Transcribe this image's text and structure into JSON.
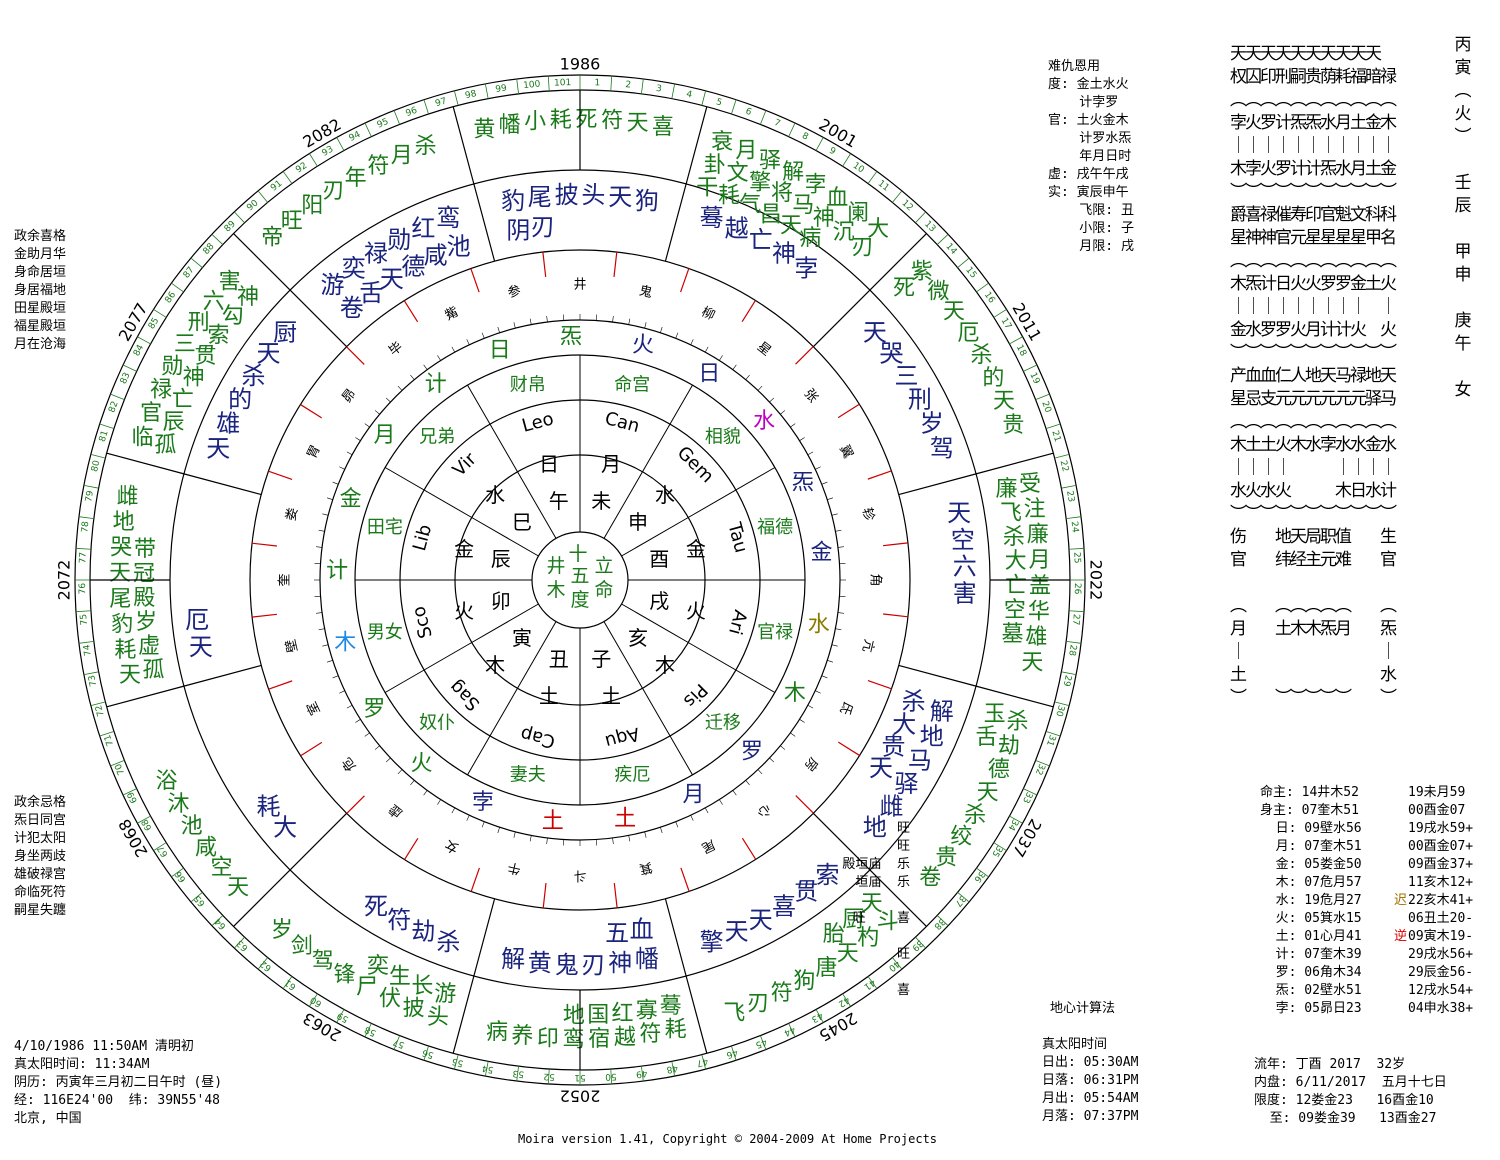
{
  "header_years": {
    "top": "1986",
    "top_right": "2001",
    "top_left": "2082",
    "right": "2022",
    "left": "2072",
    "upper_right": "2011",
    "upper_left": "2077",
    "bottom": "2052",
    "bottom_right": "2045",
    "bottom_left": "2063",
    "lower_left": "2068",
    "lower_right": "2037"
  },
  "outer_ring_nums": [
    "1",
    "2",
    "3",
    "4",
    "5",
    "6",
    "7",
    "8",
    "9",
    "10",
    "11",
    "12",
    "13",
    "14",
    "15",
    "16",
    "17",
    "18",
    "19",
    "20",
    "21",
    "22",
    "23",
    "24",
    "25",
    "26",
    "27",
    "28",
    "29",
    "30",
    "31",
    "32",
    "33",
    "34",
    "35",
    "36",
    "37",
    "38",
    "39",
    "40",
    "41",
    "42",
    "43",
    "44",
    "45",
    "46",
    "47",
    "48",
    "49",
    "50",
    "51",
    "52",
    "53",
    "54",
    "55",
    "56",
    "57",
    "58",
    "59",
    "60",
    "61",
    "62",
    "63",
    "64",
    "65",
    "66",
    "67",
    "68",
    "69",
    "70",
    "71",
    "72",
    "73",
    "74",
    "75",
    "76",
    "77",
    "78",
    "79",
    "80",
    "81",
    "82",
    "83",
    "84",
    "85",
    "86",
    "87",
    "88",
    "89",
    "90",
    "91",
    "92",
    "93",
    "94",
    "95",
    "96",
    "97",
    "98",
    "99",
    "100",
    "101"
  ],
  "houses": [
    {
      "g": [
        "黄",
        "幡",
        "小",
        "耗",
        "死",
        "符",
        "天",
        "喜"
      ],
      "n": [
        "豹",
        "尾",
        "披",
        "头",
        "天",
        "狗",
        "阴",
        "刃"
      ]
    },
    {
      "g": [
        "衰",
        "月",
        "驿",
        "解",
        "孛",
        "血",
        "阑",
        "大",
        "卦",
        "文",
        "擎",
        "将",
        "马",
        "神",
        "沉",
        "刃",
        "干",
        "耗",
        "气",
        "昌",
        "天",
        "病"
      ],
      "n": [
        "蓦",
        "越",
        "亡",
        "神",
        "孛"
      ]
    },
    {
      "g": [
        "紫",
        "微",
        "天",
        "厄",
        "杀",
        "的",
        "天",
        "贵",
        "死"
      ],
      "n": [
        "天",
        "哭",
        "三",
        "刑",
        "岁",
        "驾"
      ]
    },
    {
      "g": [
        "受",
        "注",
        "廉",
        "月",
        "盖",
        "华",
        "雄",
        "天",
        "廉",
        "飞",
        "杀",
        "大",
        "亡",
        "空",
        "墓"
      ],
      "n": [
        "天",
        "空",
        "六",
        "害"
      ]
    },
    {
      "g": [
        "杀",
        "劫",
        "德",
        "天",
        "杀",
        "绞",
        "贵",
        "卷",
        "玉",
        "舌"
      ],
      "n": [
        "解",
        "地",
        "马",
        "驿",
        "雌",
        "地",
        "杀",
        "大",
        "贵",
        "天"
      ]
    },
    {
      "g": [
        "斗",
        "杓",
        "天",
        "唐",
        "狗",
        "符",
        "刃",
        "飞",
        "天",
        "厨",
        "胎"
      ],
      "n": [
        "索",
        "贯",
        "喜",
        "天",
        "天",
        "擎"
      ]
    },
    {
      "g": [
        "耗",
        "符",
        "越",
        "宿",
        "鸾",
        "印",
        "养",
        "病",
        "蓦",
        "寡",
        "红",
        "国",
        "地"
      ],
      "n": [
        "幡",
        "神",
        "刃",
        "鬼",
        "黄",
        "解",
        "血",
        "五"
      ]
    },
    {
      "g": [
        "头",
        "披",
        "伏",
        "尸",
        "锋",
        "驾",
        "剑",
        "岁",
        "游",
        "长",
        "生",
        "奕"
      ],
      "n": [
        "杀",
        "劫",
        "符",
        "死"
      ]
    },
    {
      "g": [
        "天",
        "空",
        "咸",
        "池",
        "沐",
        "浴"
      ],
      "n": [
        "大",
        "耗"
      ]
    },
    {
      "g": [
        "天",
        "耗",
        "豹",
        "尾",
        "天",
        "哭",
        "地",
        "雌",
        "孤",
        "虚",
        "岁",
        "殿",
        "冠",
        "带"
      ],
      "n": [
        "天",
        "厄"
      ]
    },
    {
      "g": [
        "临",
        "官",
        "禄",
        "勋",
        "三",
        "刑",
        "六",
        "害",
        "孤",
        "辰",
        "亡",
        "神",
        "贯",
        "索",
        "勾",
        "神"
      ],
      "n": [
        "天",
        "雄",
        "的",
        "杀",
        "天",
        "厨"
      ]
    },
    {
      "g": [
        "帝",
        "旺",
        "阳",
        "刃",
        "年",
        "符",
        "月",
        "杀"
      ],
      "n": [
        "游",
        "奕",
        "禄",
        "勋",
        "红",
        "鸾",
        "卷",
        "舌",
        "天",
        "德",
        "咸",
        "池"
      ]
    }
  ],
  "mansions": [
    "井",
    "鬼",
    "柳",
    "星",
    "张",
    "翼",
    "轸",
    "角",
    "亢",
    "氐",
    "房",
    "心",
    "尾",
    "箕",
    "斗",
    "牛",
    "女",
    "虚",
    "危",
    "室",
    "壁",
    "奎",
    "娄",
    "胃",
    "昴",
    "毕",
    "觜",
    "参"
  ],
  "planets_mid": [
    {
      "t": "火",
      "c": "#1a237e"
    },
    {
      "t": "日",
      "c": "#1a237e"
    },
    {
      "t": "水",
      "c": "#c000c0"
    },
    {
      "t": "炁",
      "c": "#1a237e"
    },
    {
      "t": "金",
      "c": "#1a237e"
    },
    {
      "t": "水",
      "c": "#8a7a00"
    },
    {
      "t": "木",
      "c": "#1a7a1a"
    },
    {
      "t": "罗",
      "c": "#1a237e"
    },
    {
      "t": "月",
      "c": "#1a237e"
    },
    {
      "t": "土",
      "c": "#c00"
    },
    {
      "t": "土",
      "c": "#c00"
    },
    {
      "t": "孛",
      "c": "#1a237e"
    },
    {
      "t": "火",
      "c": "#1a7a1a"
    },
    {
      "t": "罗",
      "c": "#1a7a1a"
    },
    {
      "t": "木",
      "c": "#1e88e5"
    },
    {
      "t": "计",
      "c": "#1a7a1a"
    },
    {
      "t": "金",
      "c": "#1a7a1a"
    },
    {
      "t": "月",
      "c": "#1a7a1a"
    },
    {
      "t": "计",
      "c": "#1a7a1a"
    },
    {
      "t": "日",
      "c": "#1a7a1a"
    },
    {
      "t": "炁",
      "c": "#1a7a1a"
    }
  ],
  "palaces": [
    "命宫",
    "相貌",
    "福德",
    "官禄",
    "迁移",
    "疾厄",
    "妻夫",
    "奴仆",
    "男女",
    "田宅",
    "兄弟",
    "财帛"
  ],
  "signs": [
    "Can",
    "Gem",
    "Tau",
    "Ari",
    "Pis",
    "Aqu",
    "Cap",
    "Sag",
    "Sco",
    "Lib",
    "Vir",
    "Leo"
  ],
  "branches_outer": [
    "月",
    "水",
    "金",
    "火",
    "木",
    "土",
    "土",
    "木",
    "火",
    "金",
    "水",
    "日"
  ],
  "branches_inner": [
    "未",
    "申",
    "酉",
    "戌",
    "亥",
    "子",
    "丑",
    "寅",
    "卯",
    "辰",
    "巳",
    "午"
  ],
  "center": [
    "十",
    "井",
    "五",
    "立",
    "木",
    "度",
    "命"
  ],
  "left_top": [
    "政余喜格",
    "金助月华",
    "身命居垣",
    "身居福地",
    "田星殿垣",
    "福星殿垣",
    "月在沧海"
  ],
  "left_bottom": [
    "政余忌格",
    "炁日同宫",
    "计犯太阳",
    "身坐两歧",
    "雄破禄宫",
    "命临死符",
    "嗣星失躔"
  ],
  "birth": [
    "4/10/1986 11:50AM 清明初",
    "真太阳时间: 11:34AM",
    "阴历: 丙寅年三月初二日午时 (昼)",
    "经: 116E24'00  纬: 39N55'48",
    "北京, 中国"
  ],
  "copyright": "Moira version 1.41, Copyright © 2004-2009 At Home Projects",
  "top_mid": [
    "难仇恩用",
    "度: 金土水火",
    "    计孛罗",
    "官: 土火金木",
    "    计罗水炁",
    "",
    "    年月日时",
    "虚: 戌午午戌",
    "实: 寅辰申午",
    "",
    "    飞限: 丑",
    "    小限: 子",
    "    月限: 戌"
  ],
  "calc_title": "地心计算法",
  "sun_info": [
    "真太阳时间",
    "日出: 05:30AM",
    "日落: 06:31PM",
    "月出: 05:54AM",
    "月落: 07:37PM"
  ],
  "stars_table": [
    {
      "a": "",
      "b": "命主: 14井木52",
      "c": "19未月59"
    },
    {
      "a": "",
      "b": "身主: 07奎木51",
      "c": "00酉金07"
    },
    {
      "a": "旺",
      "b": "  日: 09壁水56",
      "c": "19戌水59+"
    },
    {
      "a": "旺",
      "b": "  月: 07奎木51",
      "c": "00酉金07+"
    },
    {
      "a": "殿垣庙  乐",
      "b": "  金: 05娄金50",
      "c": "09酉金37+"
    },
    {
      "a": "垣庙  乐",
      "b": "  木: 07危月57",
      "c": "11亥木12+"
    },
    {
      "a": "",
      "b": "  水: 19危月27",
      "c": "22亥木41+"
    },
    {
      "a": "旺    喜",
      "b": "  火: 05箕水15",
      "c": "06丑土20-"
    },
    {
      "a": "",
      "b": "  土: 01心月41",
      "c": "09寅木19-"
    },
    {
      "a": "旺",
      "b": "  计: 07奎木39",
      "c": "29戌水56+"
    },
    {
      "a": "",
      "b": "  罗: 06角木34",
      "c": "29辰金56-"
    },
    {
      "a": "喜",
      "b": "  炁: 02壁水51",
      "c": "12戌水54+"
    },
    {
      "a": "",
      "b": "  孛: 05昴日23",
      "c": "04申水38+"
    }
  ],
  "slow_mark": "迟",
  "retro_mark": "逆",
  "bottom_right": [
    "流年: 丁酉 2017  32岁",
    "内盘: 6/11/2017  五月十七日",
    "限度: 12娄金23   16酉金10",
    "  至: 09娄金39   13酉金27"
  ],
  "right_stack": {
    "r1": "天天天天天天天天天天",
    "r2": "权囚印刑嗣贵荫耗福暗禄",
    "r3": "︵︵︵︵︵︵︵︵︵︵︵",
    "r4": "孛火罗计炁炁水月土金木",
    "r5": "｜｜｜｜｜｜｜｜｜｜｜",
    "r6": "木孛火罗计计炁水月土金",
    "r7": "︶︶︶︶︶︶︶︶︶︶︶",
    "r8": "爵喜禄催寿印官魁文科科",
    "r9": "星神神官元星星星星甲名",
    "r10": "︵︵︵︵︵︵︵︵︵︵︵",
    "r11": "木炁计日火火罗罗金土火",
    "r12": "｜｜｜｜｜｜｜｜｜　｜",
    "r13": "金水罗罗火月计计火　火",
    "r14": "︶︶︶︶︶︶︶︶︶︶︶",
    "r15": "产血血仁人地天马禄地天",
    "r16": "星忌支元元元元元元驿马",
    "r17": "︵︵︵︵︵︵︵︵︵︵︵",
    "r18": "木土土火木水孛水水金水",
    "r19": "｜｜｜｜　　　｜｜｜｜",
    "r20": "水火水火　　　木日水计",
    "r21": "︶︶︶︶︶︶︶︶︶︶︶",
    "r22": "伤　　地天局职值　　生",
    "r23": "官　　纬经主元难　　官",
    "r24": "",
    "r25": "︵　　︵︵︵︵︵　　︵",
    "r26": "月　　土木木炁月　　炁",
    "r27": "｜　　　　　　　　　｜",
    "r28": "土　　　　　　　　　水",
    "r29": "︶　　︶︶︶︶︶　　︶"
  },
  "far_right": [
    "丙",
    "寅",
    "︵",
    "火",
    "︶",
    "",
    "壬",
    "辰",
    "",
    "甲",
    "申",
    "",
    "庚",
    "午",
    "",
    "女"
  ]
}
